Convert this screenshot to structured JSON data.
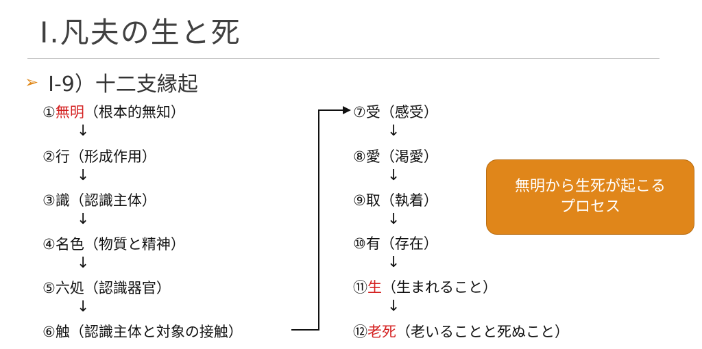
{
  "title": "Ⅰ.凡夫の生と死",
  "subtitle": "Ⅰ-9）十二支縁起",
  "left_items": [
    {
      "num": "①",
      "red": "無明",
      "text": "（根本的無知）"
    },
    {
      "num": "②",
      "red": "",
      "text": "行（形成作用）"
    },
    {
      "num": "③",
      "red": "",
      "text": "識（認識主体）"
    },
    {
      "num": "④",
      "red": "",
      "text": "名色（物質と精神）"
    },
    {
      "num": "⑤",
      "red": "",
      "text": "六処（認識器官）"
    },
    {
      "num": "⑥",
      "red": "",
      "text": "触（認識主体と対象の接触）"
    }
  ],
  "right_items": [
    {
      "num": "⑦",
      "red": "",
      "text": "受（感受）"
    },
    {
      "num": "⑧",
      "red": "",
      "text": "愛（渇愛）"
    },
    {
      "num": "⑨",
      "red": "",
      "text": "取（執着）"
    },
    {
      "num": "⑩",
      "red": "",
      "text": "有（存在）"
    },
    {
      "num": "⑪",
      "red": "生",
      "text": "（生まれること）"
    },
    {
      "num": "⑫",
      "red": "老死",
      "text": "（老いることと死ぬこと）"
    }
  ],
  "arrow": "↓",
  "bullet": "➢",
  "callout": {
    "line1": "無明から生死が起こる",
    "line2": "プロセス"
  }
}
